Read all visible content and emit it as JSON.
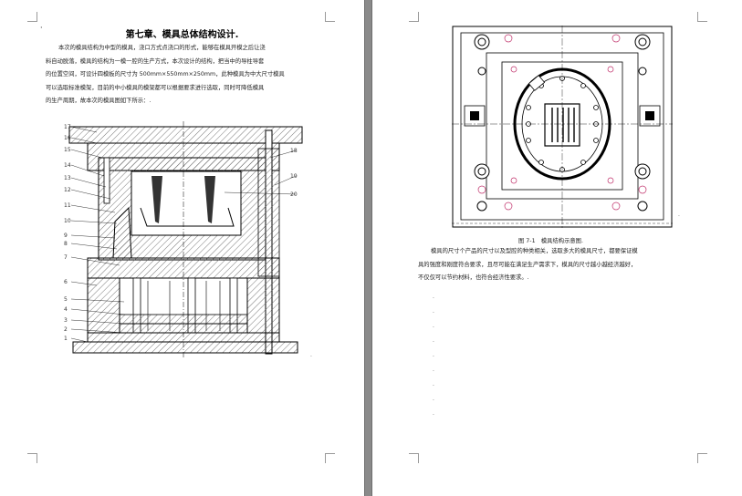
{
  "left_page": {
    "title": "第七章、模具总体结构设计.",
    "paragraph_lines": [
      "本次的模具结构为中型的模具，浇口方式点浇口的形式，能够在模具开模之后让浇",
      "料自动脱落，模具的结构为一模一腔的生产方式，本次设计的结构，把当中的导柱导套",
      "的位置空间，可设计四模板的尺寸为 500mm×550mm×250mm，此种模具为中大尺寸模具",
      "可以选取标准模架，目前的中小模具的模架都可以根据要求进行选取，同时可降低模具",
      "的生产周期，故本次的模具图如下所示：."
    ],
    "figure_end_mark": ".",
    "drawing_callouts_left": [
      "17",
      "16",
      "15",
      "14",
      "13",
      "12",
      "11",
      "10",
      "9",
      "8",
      "7",
      "6",
      "5",
      "4",
      "3",
      "2",
      "1"
    ],
    "drawing_callouts_right": [
      "18",
      "19",
      "20"
    ]
  },
  "right_page": {
    "figure_caption": "图 7-1　模具结构示意图.",
    "paragraph_lines": [
      "模具的尺寸个产品的尺寸以及型腔的种类相关，选取多大的模具尺寸，都要保证模",
      "具的强度和刚度符合要求，且尽可能在满足生产需求下，模具的尺寸越小越经济越好，",
      "不仅仅可以节约材料，也符合经济性要求。."
    ],
    "figure_end_mark": ".",
    "empty_paragraph_marks": [
      ".",
      ".",
      ".",
      ".",
      ".",
      ".",
      ".",
      ".",
      "."
    ]
  }
}
